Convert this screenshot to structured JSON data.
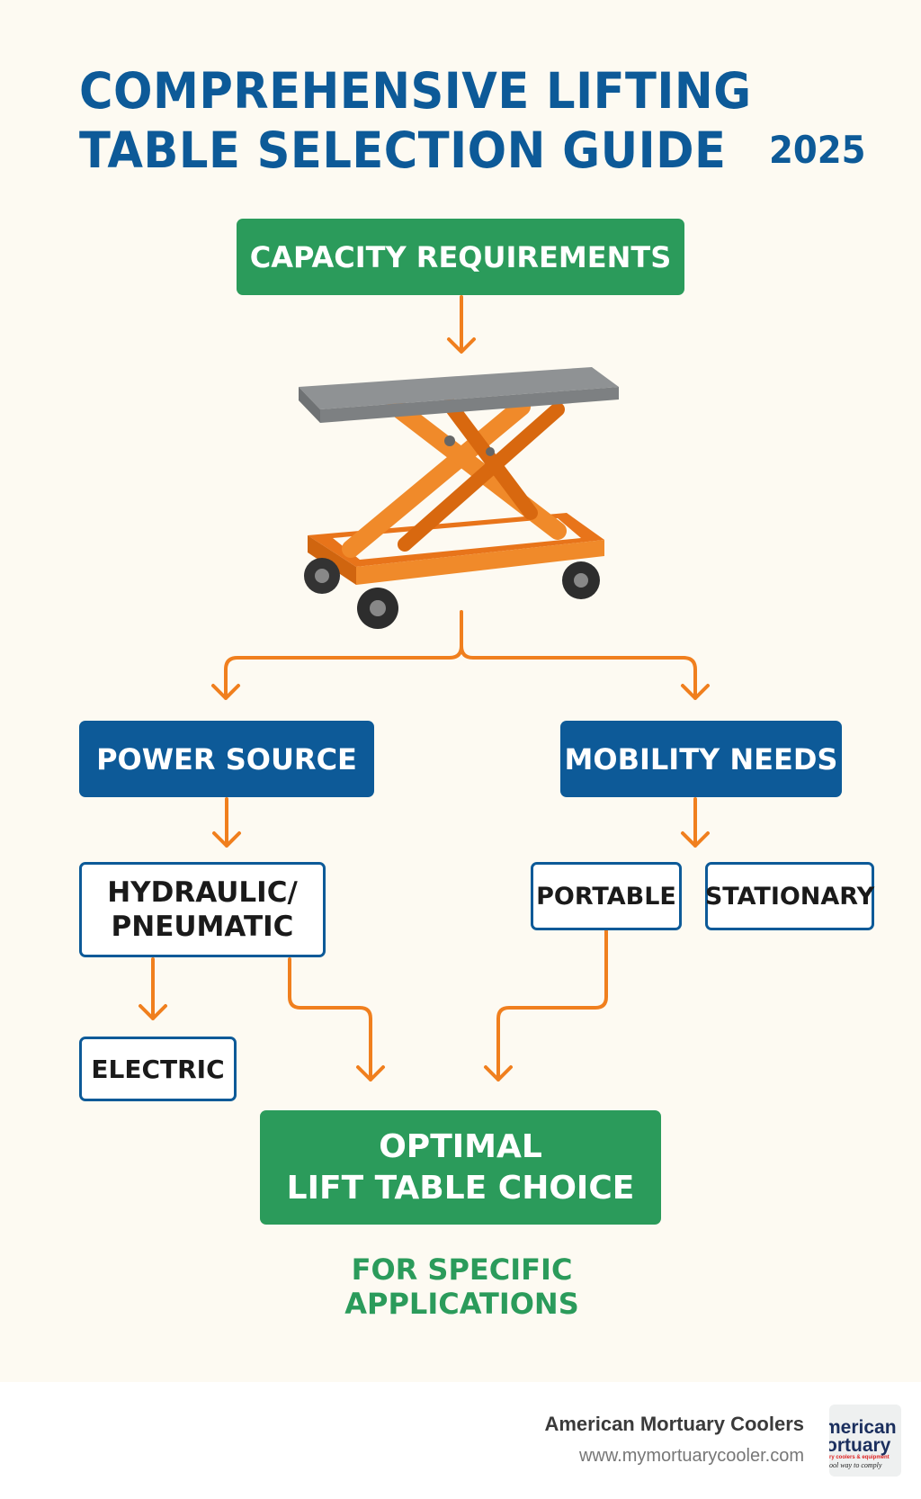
{
  "title": {
    "line1": "COMPREHENSIVE LIFTING",
    "line2": "TABLE SELECTION GUIDE",
    "year": "2025"
  },
  "nodes": {
    "capacity": "CAPACITY REQUIREMENTS",
    "power_source": "POWER SOURCE",
    "mobility_needs": "MOBILITY NEEDS",
    "hydraulic_line1": "HYDRAULIC/",
    "hydraulic_line2": "PNEUMATIC",
    "portable": "PORTABLE",
    "stationary": "STATIONARY",
    "electric": "ELECTRIC",
    "optimal_line1": "OPTIMAL",
    "optimal_line2": "LIFT TABLE CHOICE"
  },
  "tagline": "FOR SPECIFIC APPLICATIONS",
  "footer": {
    "brand": "American Mortuary Coolers",
    "url": "www.mymortuarycooler.com",
    "logo_text": [
      "merican",
      "ortuary",
      "ry coolers & equipment",
      "ool way to comply"
    ]
  },
  "colors": {
    "blue": "#0d5a98",
    "green": "#2b9b5b",
    "orange": "#f07f1e",
    "background": "#fdfaf2"
  }
}
